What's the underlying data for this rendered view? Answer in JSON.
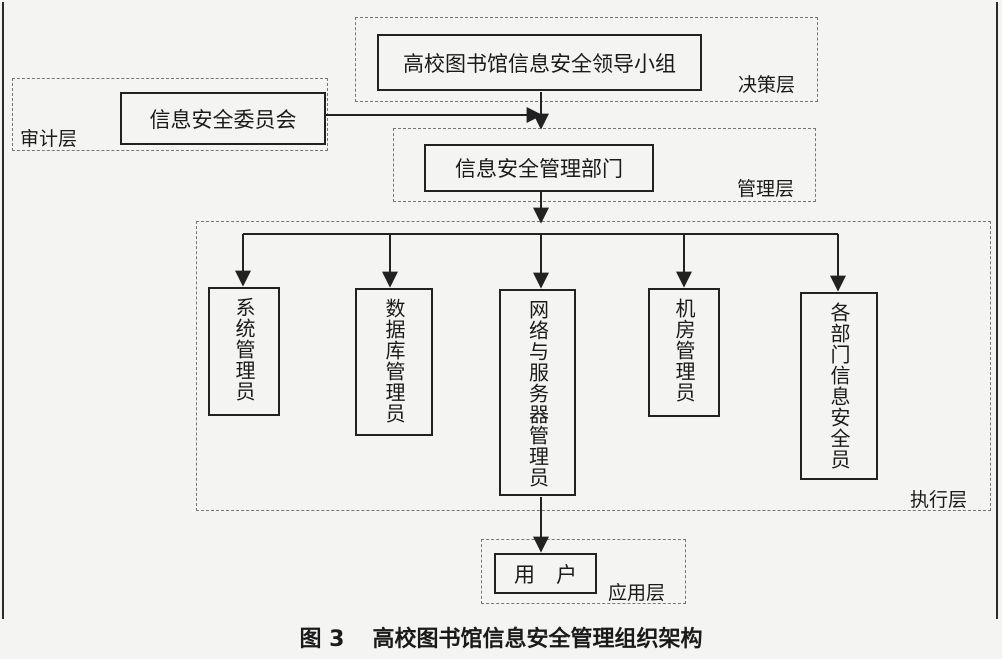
{
  "layers": {
    "decision": "决策层",
    "audit": "审计层",
    "management": "管理层",
    "execution": "执行层",
    "application": "应用层"
  },
  "nodes": {
    "leadership_group": "高校图书馆信息安全领导小组",
    "security_committee": "信息安全委员会",
    "security_department": "信息安全管理部门",
    "system_admin": "系统管理员",
    "database_admin": "数据库管理员",
    "network_service_admin": "网络与服务器管理员",
    "machine_room_admin": "机房管理员",
    "dept_security_officer": "各部门信息安全员",
    "user": "用　户"
  },
  "caption": {
    "number": "图 3",
    "title": "高校图书馆信息安全管理组织架构"
  },
  "colors": {
    "line": "#222222",
    "dashed_border": "#777777",
    "background": "#f4f4f2"
  }
}
